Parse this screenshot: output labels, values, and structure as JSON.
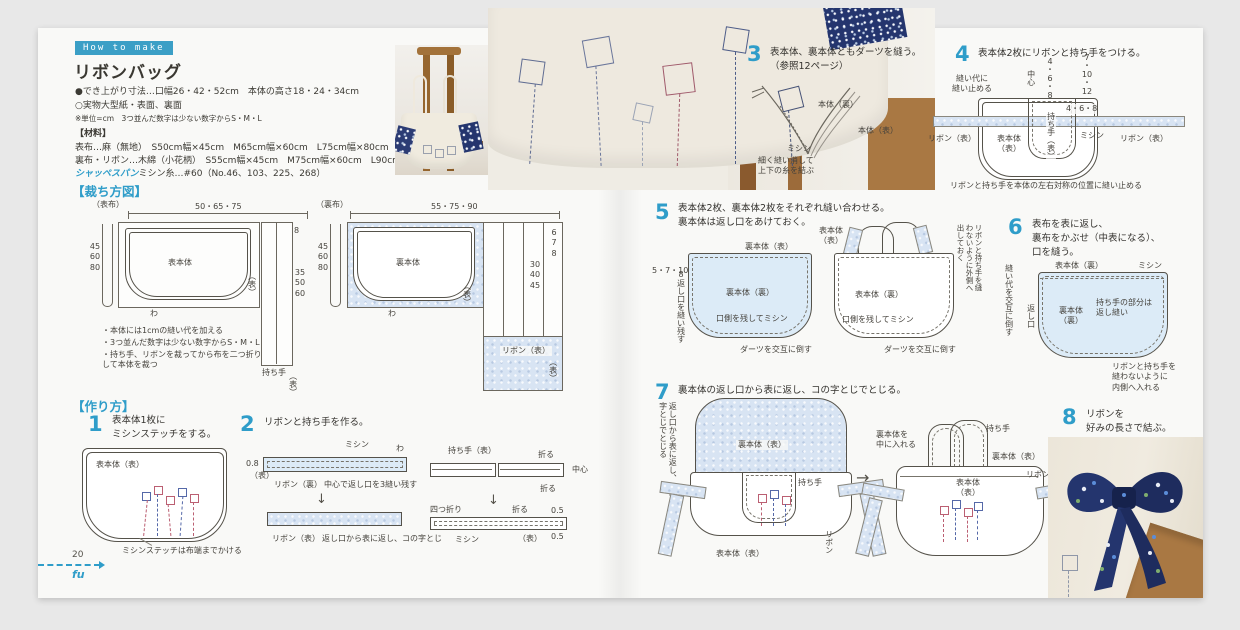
{
  "colors": {
    "accent_blue": "#2f9dc9",
    "navy_fabric": "#24356e",
    "stitch_red": "#bb5f72",
    "stitch_navy": "#5568a8",
    "diagram_fill_blue": "#dcebf7",
    "wood": "#9c6b3f"
  },
  "header": {
    "badge": "How to make",
    "title": "リボンバッグ",
    "size_line": "●でき上がり寸法…口幅26・42・52cm　本体の高さ18・24・34cm",
    "pattern_line": "○実物大型紙・表面、裏面",
    "unit_note": "※単位=cm　3つ並んだ数字は少ない数字からS・M・L",
    "materials_heading": "【材料】",
    "material_outer": "表布…麻（無地）　S50cm幅×45cm　M65cm幅×60cm　L75cm幅×80cm",
    "material_lining": "裏布・リボン…木綿（小花柄）　S55cm幅×45cm　M75cm幅×60cm　L90cm幅×80cm",
    "thread_brand": "シャッペスパン",
    "thread_spec": "ミシン糸…#60（No.46、103、225、268）"
  },
  "cutting": {
    "heading": "【裁ち方図】",
    "front": {
      "cloth": "（表布）",
      "width": "50・65・75",
      "height": "45\n60\n80",
      "piece": "表本体",
      "face": "（表）",
      "fold": "わ",
      "strip_top": "8",
      "strip_len": "35\n50\n60",
      "strip_name": "持ち手",
      "strip_face": "（表）"
    },
    "notes": [
      "・本体には1cmの縫い代を加える",
      "・3つ並んだ数字は少ない数字からS・M・L",
      "・持ち手、リボンを裁ってから布を二つ折りして本体を裁つ"
    ],
    "lining": {
      "cloth": "（裏布）",
      "width": "55・75・90",
      "height": "45\n60\n80",
      "piece": "裏本体",
      "face": "（表）",
      "fold": "わ",
      "ribbon_w": "6\n7\n8",
      "ribbon_len": "30\n40\n45",
      "ribbon_name": "リボン（表）",
      "ribbon_face": "（表）"
    }
  },
  "howto": {
    "heading": "【作り方】",
    "step1": {
      "num": "1",
      "text": "表本体1枚に\nミシンステッチをする。",
      "piece": "表本体（表）",
      "note": "ミシンステッチは布端までかける"
    },
    "step2": {
      "num": "2",
      "text": "リボンと持ち手を作る。",
      "w08": "0.8",
      "face1": "（表）",
      "ribbon_back": "リボン（裏）",
      "machine1": "ミシン",
      "fold_wa": "わ",
      "center_note": "中心で返し口を3縫い残す",
      "down_arrow1": "↓",
      "ribbon_front": "リボン（表）",
      "turn_note": "返し口から表に返し、コの字とじ",
      "handle_front": "持ち手（表）",
      "fold1": "折る",
      "center": "中心",
      "fold2": "折る",
      "down_arrow2": "↓",
      "four_fold": "四つ折り",
      "fold3": "折る",
      "d05a": "0.5",
      "machine2": "ミシン",
      "face2": "（表）",
      "d05b": "0.5"
    },
    "step3": {
      "num": "3",
      "text": "表本体、裏本体ともダーツを縫う。\n（参照12ページ）",
      "body_back": "本体（裏）",
      "body_front": "本体（表）",
      "machine": "ミシン",
      "note": "細く縫い消して\n上下の糸を結ぶ"
    },
    "step4": {
      "num": "4",
      "text": "表本体2枚にリボンと持ち手をつける。",
      "tack": "縫い代に\n縫い止める",
      "center": "中心",
      "dim_center": "4\n・\n6\n・\n8",
      "dim_right": "7\n・\n10\n・\n12",
      "dim_small": "4・6・8",
      "handle": "持ち手（表）",
      "body": "表本体\n（表）",
      "machine": "ミシン",
      "ribbon_left": "リボン（表）",
      "ribbon_right": "リボン（表）",
      "note": "リボンと持ち手を本体の左右対称の位置に縫い止める"
    },
    "step5": {
      "num": "5",
      "text": "表本体2枚、裏本体2枚をそれぞれ縫い合わせる。\n裏本体は返し口をあけておく。",
      "left": {
        "top_label": "裏本体（表）",
        "dim": "5・7・10",
        "opening": "8返し口を縫い残す",
        "body": "裏本体（裏）",
        "sew": "口側を残してミシン",
        "darts": "ダーツを交互に倒す"
      },
      "right": {
        "top_label": "表本体\n（表）",
        "keep_out": "リボンと持ち手を縫わないように外側へ出しておく",
        "body": "表本体（裏）",
        "sew": "口側を残してミシン",
        "darts": "ダーツを交互に倒す"
      }
    },
    "step6": {
      "num": "6",
      "text": "表布を表に返し、\n裏布をかぶせ（中表になる）、\n口を縫う。",
      "top_label": "表本体（裏）",
      "machine": "ミシン",
      "seam_note": "縫い代を交互に倒す",
      "opening": "返し口",
      "body": "裏本体\n（裏）",
      "backstitch": "持ち手の部分は\n返し縫い",
      "keep_in": "リボンと持ち手を\n縫わないように\n内側へ入れる"
    },
    "step7": {
      "num": "7",
      "text": "裏本体の返し口から表に返し、コの字とじでとじる。",
      "close_note": "返し口から表に返し、コの字とじでとじる",
      "lining_front": "裏本体（表）",
      "handle": "持ち手",
      "outer_front": "表本体（表）",
      "ribbon": "リボン",
      "arrow": "→",
      "tuck": "裏本体を\n中に入れる",
      "handle2": "持ち手",
      "lining_front2": "裏本体（表）",
      "outer_front2": "表本体\n（表）",
      "ribbon2": "リボン"
    },
    "step8": {
      "num": "8",
      "text": "リボンを\n好みの長さで結ぶ。"
    }
  },
  "footer": {
    "page_number": "20",
    "logo": "fu"
  }
}
